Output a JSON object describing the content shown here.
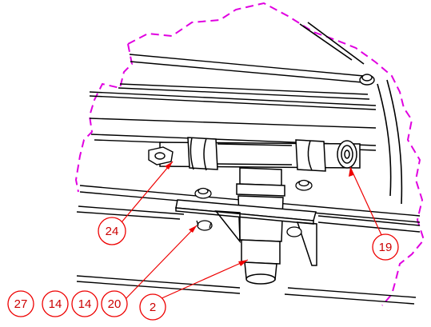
{
  "drawing": {
    "detail_boundary_color": "#e000e0",
    "callout_color": "#ee0000",
    "line_color": "#000000",
    "callouts": [
      {
        "id": "c24",
        "label": "24"
      },
      {
        "id": "c19",
        "label": "19"
      },
      {
        "id": "c20",
        "label": "20"
      },
      {
        "id": "c2",
        "label": "2"
      },
      {
        "id": "c14b",
        "label": "14"
      },
      {
        "id": "c14a",
        "label": "14"
      },
      {
        "id": "c27",
        "label": "27"
      }
    ]
  }
}
